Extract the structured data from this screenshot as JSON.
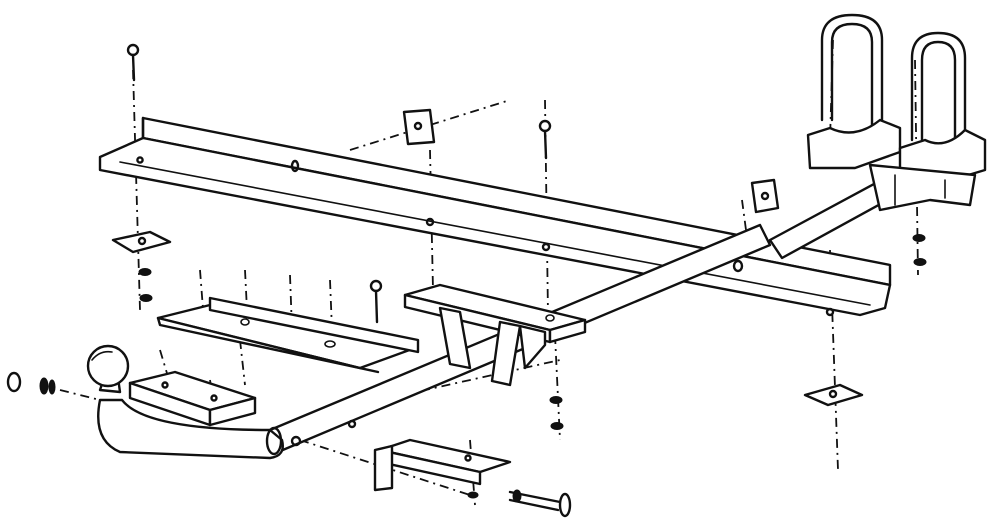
{
  "diagram": {
    "kind": "exploded-assembly-line-drawing",
    "ink_color": "#111111",
    "background_color": "#ffffff",
    "parts": [
      "main-crossbar",
      "tow-bar-tube",
      "tow-ball",
      "left-side-bracket",
      "center-drop-bracket",
      "bottom-drop-bracket",
      "right-u-bolts",
      "right-clamp-saddle",
      "fasteners"
    ]
  }
}
